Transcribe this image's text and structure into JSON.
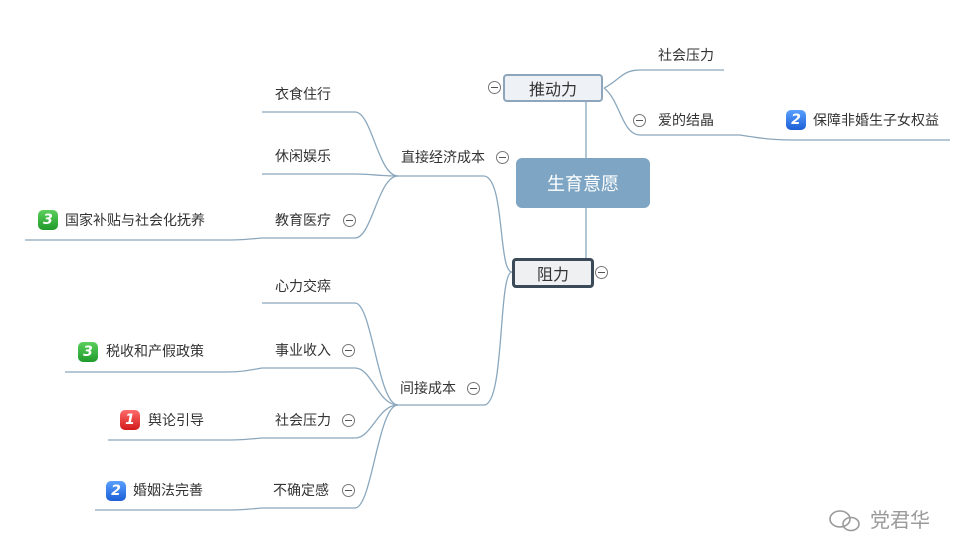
{
  "central": "生育意愿",
  "drive": {
    "label": "推动力",
    "children": [
      "社会压力",
      "爱的结晶"
    ],
    "love_child": {
      "priority": "2",
      "label": "保障非婚生子女权益"
    }
  },
  "resist": {
    "label": "阻力",
    "direct": {
      "label": "直接经济成本",
      "children": [
        "衣食住行",
        "休闲娱乐",
        "教育医疗"
      ],
      "edu_child": {
        "priority": "3",
        "label": "国家补贴与社会化抚养"
      }
    },
    "indirect": {
      "label": "间接成本",
      "children": [
        "心力交瘁",
        "事业收入",
        "社会压力",
        "不确定感"
      ],
      "career_child": {
        "priority": "3",
        "label": "税收和产假政策"
      },
      "pressure_child": {
        "priority": "1",
        "label": "舆论引导"
      },
      "uncertain_child": {
        "priority": "2",
        "label": "婚姻法完善"
      }
    }
  },
  "watermark": "党君华",
  "colors": {
    "central_fill": "#7ea6c4",
    "line": "#8aa7bd",
    "p1": "#d11a1a",
    "p2": "#1c5fd6",
    "p3": "#1f9a2a"
  }
}
